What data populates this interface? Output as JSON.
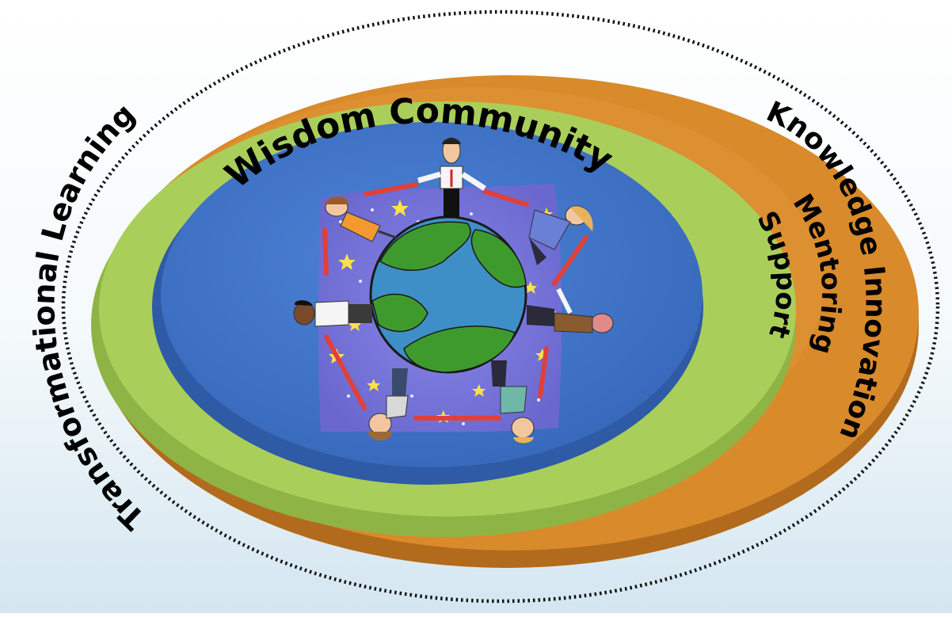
{
  "diagram": {
    "outer_label": "Transformational Learning",
    "layers": [
      {
        "label": "Knowledge Innovation",
        "color": "#d98a2b"
      },
      {
        "label": "Mentoring",
        "color": "#a9cf5a"
      },
      {
        "label": "Support",
        "color": "#a9cf5a"
      },
      {
        "label": "Wisdom Community",
        "color": "#3f73c9"
      }
    ]
  },
  "colors": {
    "background_top": "#ffffff",
    "background_bottom": "#d9e9f2",
    "orange": "#d98a2b",
    "green": "#a9cf5a",
    "blue": "#3f73c9",
    "night_sky": "#6f6fd6",
    "earth_water": "#3e8fc7",
    "earth_land": "#3f9a2e",
    "chain_red": "#e0403a"
  },
  "illustration": {
    "name": "people-holding-hands-around-globe"
  }
}
